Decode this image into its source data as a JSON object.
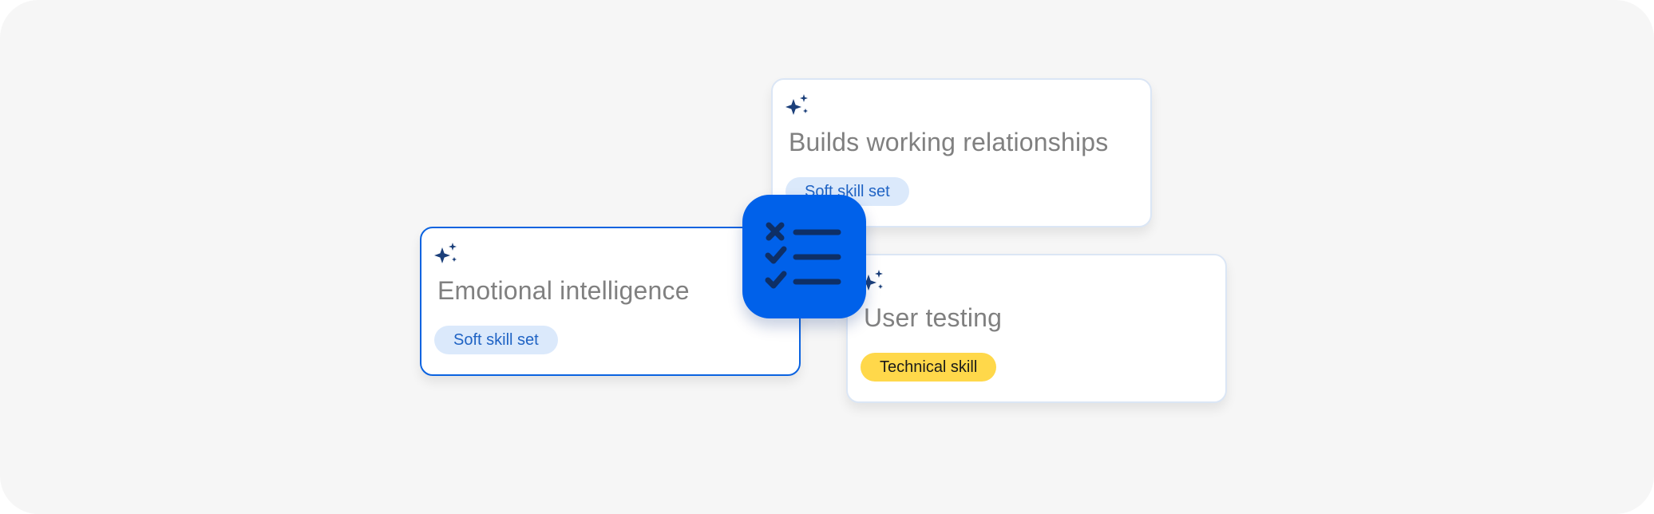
{
  "colors": {
    "background": "#f6f6f6",
    "card_border": "#dbe6f5",
    "selected_border": "#0b63e0",
    "sparkle": "#1b3f7a",
    "title_text": "#808080",
    "soft_tag_bg": "#dbe9fb",
    "soft_tag_text": "#1f63c4",
    "technical_tag_bg": "#ffd84a",
    "technical_tag_text": "#1a1a1a",
    "badge_bg": "#0061ea",
    "badge_icon": "#0e2f66"
  },
  "cards": [
    {
      "icon": "sparkle-icon",
      "title": "Builds working relationships",
      "tag": "Soft skill set",
      "tag_type": "soft",
      "selected": false
    },
    {
      "icon": "sparkle-icon",
      "title": "Emotional intelligence",
      "tag": "Soft skill set",
      "tag_type": "soft",
      "selected": true
    },
    {
      "icon": "sparkle-icon",
      "title": "User testing",
      "tag": "Technical skill",
      "tag_type": "technical",
      "selected": false
    }
  ],
  "badge": {
    "icon": "checklist-icon"
  }
}
